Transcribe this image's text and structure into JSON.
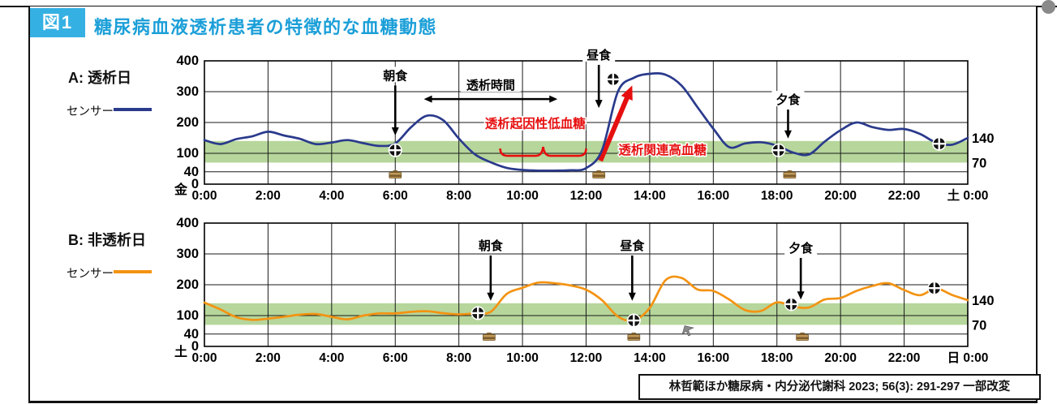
{
  "figure": {
    "badge": "図1",
    "title": "糖尿病血液透析患者の特徴的な血糖動態",
    "citation": "林哲範ほか糖尿病・内分泌代謝科 2023; 56(3): 291-297 一部改変"
  },
  "colors": {
    "accent_blue": "#35b0e3",
    "title_blue": "#1b9fd8",
    "band_green": "#b6d69b",
    "line_blue": "#2a3a8c",
    "line_orange": "#f39312",
    "annotation_red": "#e60f0f"
  },
  "chart_data": [
    {
      "id": "A",
      "type": "line",
      "panel_label": "A: 透析日",
      "legend_label": "センサー",
      "line_color": "#2a3a8c",
      "day_start": "金",
      "end_tick_label": "土 0:00",
      "x_tick_labels": [
        "0:00",
        "2:00",
        "4:00",
        "6:00",
        "8:00",
        "10:00",
        "12:00",
        "14:00",
        "16:00",
        "18:00",
        "20:00",
        "22:00"
      ],
      "y_tick_values": [
        400,
        300,
        200,
        100,
        40,
        0
      ],
      "ylim": [
        0,
        400
      ],
      "target_band": {
        "low": 70,
        "high": 140,
        "labels": [
          "140",
          "70"
        ]
      },
      "x_hours": [
        0,
        0.5,
        1,
        1.5,
        2,
        2.5,
        3,
        3.5,
        4,
        4.5,
        5,
        5.5,
        6,
        6.5,
        7,
        7.5,
        8,
        8.5,
        9,
        9.5,
        10,
        10.5,
        11,
        11.5,
        12,
        12.5,
        13,
        13.5,
        14,
        14.5,
        15,
        15.5,
        16,
        16.5,
        17,
        17.5,
        18,
        18.5,
        19,
        19.5,
        20,
        20.5,
        21,
        21.5,
        22,
        22.5,
        23,
        23.5,
        24
      ],
      "sensor_values": [
        143,
        130,
        146,
        155,
        170,
        158,
        147,
        130,
        135,
        143,
        133,
        124,
        132,
        185,
        222,
        208,
        148,
        97,
        71,
        53,
        46,
        44,
        44,
        45,
        52,
        110,
        300,
        345,
        358,
        355,
        320,
        250,
        180,
        120,
        132,
        136,
        125,
        103,
        96,
        138,
        175,
        200,
        185,
        176,
        179,
        163,
        135,
        128,
        150
      ],
      "smbg_points": [
        {
          "t": 6,
          "v": 110
        },
        {
          "t": 12.85,
          "v": 340
        },
        {
          "t": 18.05,
          "v": 110
        },
        {
          "t": 23.1,
          "v": 131
        }
      ],
      "meal_icon_hours": [
        6,
        12.4,
        18.4
      ],
      "annotations": [
        {
          "type": "meal",
          "label": "朝食",
          "t": 6,
          "v_top": 320,
          "v_tip": 158
        },
        {
          "type": "span",
          "label": "透析時間",
          "t1": 6.9,
          "t2": 11.1,
          "v": 276
        },
        {
          "type": "meal",
          "label": "昼食",
          "t": 12.4,
          "v_top": 387,
          "v_tip": 247
        },
        {
          "type": "redtext",
          "label": "透析起因性低血糖",
          "t": 10.4,
          "v": 196
        },
        {
          "type": "brace",
          "t1": 9.3,
          "t2": 12,
          "v": 92
        },
        {
          "type": "redarrow",
          "t1": 12.45,
          "v1": 76,
          "t2": 13.45,
          "v2": 320
        },
        {
          "type": "redtext",
          "label": "透析関連高血糖",
          "t": 14.4,
          "v": 110
        },
        {
          "type": "meal",
          "label": "夕食",
          "t": 18.35,
          "v_top": 242,
          "v_tip": 148
        }
      ]
    },
    {
      "id": "B",
      "type": "line",
      "panel_label": "B: 非透析日",
      "legend_label": "センサー",
      "line_color": "#f39312",
      "day_start": "土",
      "end_tick_label": "日 0:00",
      "x_tick_labels": [
        "0:00",
        "2:00",
        "4:00",
        "6:00",
        "8:00",
        "10:00",
        "12:00",
        "14:00",
        "16:00",
        "18:00",
        "20:00",
        "22:00"
      ],
      "y_tick_values": [
        400,
        300,
        200,
        100,
        40,
        0
      ],
      "ylim": [
        0,
        400
      ],
      "target_band": {
        "low": 70,
        "high": 140,
        "labels": [
          "140",
          "70"
        ]
      },
      "x_hours": [
        0,
        0.5,
        1,
        1.5,
        2,
        2.5,
        3,
        3.5,
        4,
        4.5,
        5,
        5.5,
        6,
        6.5,
        7,
        7.5,
        8,
        8.5,
        9,
        9.5,
        10,
        10.5,
        11,
        11.5,
        12,
        12.5,
        13,
        13.5,
        14,
        14.5,
        15,
        15.5,
        16,
        16.5,
        17,
        17.5,
        18,
        18.5,
        19,
        19.5,
        20,
        20.5,
        21,
        21.5,
        22,
        22.5,
        23,
        23.5,
        24
      ],
      "sensor_values": [
        142,
        120,
        95,
        86,
        90,
        96,
        103,
        105,
        96,
        88,
        100,
        107,
        107,
        112,
        114,
        108,
        104,
        107,
        112,
        170,
        190,
        207,
        205,
        198,
        184,
        150,
        97,
        84,
        125,
        215,
        222,
        185,
        180,
        152,
        118,
        115,
        143,
        130,
        126,
        152,
        157,
        180,
        196,
        205,
        183,
        166,
        188,
        167,
        150
      ],
      "smbg_points": [
        {
          "t": 8.6,
          "v": 108
        },
        {
          "t": 13.5,
          "v": 84
        },
        {
          "t": 18.45,
          "v": 137
        },
        {
          "t": 22.95,
          "v": 189
        }
      ],
      "meal_icon_hours": [
        8.95,
        13.5,
        18.8
      ],
      "annotations": [
        {
          "type": "meal",
          "label": "朝食",
          "t": 9,
          "v_top": 295,
          "v_tip": 148
        },
        {
          "type": "meal",
          "label": "昼食",
          "t": 13.45,
          "v_top": 295,
          "v_tip": 148
        },
        {
          "type": "meal",
          "label": "夕食",
          "t": 18.75,
          "v_top": 287,
          "v_tip": 152
        },
        {
          "type": "cursor",
          "t": 15.1,
          "v": 67
        }
      ]
    }
  ]
}
